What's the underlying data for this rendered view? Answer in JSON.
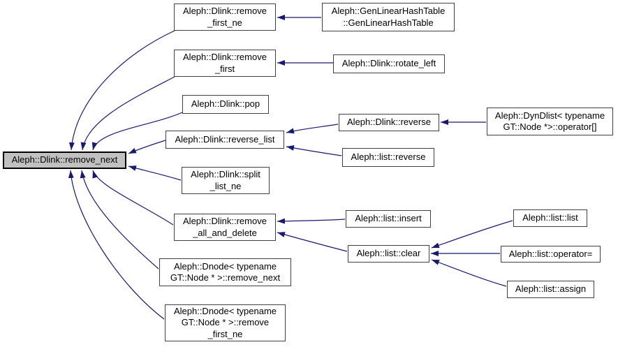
{
  "graph": {
    "type": "caller-graph",
    "colors": {
      "edge": "#191970",
      "node_border": "#404040",
      "node_fill": "#ffffff",
      "selected_fill": "#c1c1c1",
      "selected_border": "#000000",
      "text": "#000000",
      "background": "#ffffff"
    },
    "nodes": {
      "remove_next": {
        "label": "Aleph::Dlink::remove_next",
        "selected": true
      },
      "remove_first_ne": {
        "label": "Aleph::Dlink::remove\n_first_ne"
      },
      "gen_linear_hash_table": {
        "label": "Aleph::GenLinearHashTable\n::GenLinearHashTable"
      },
      "remove_first": {
        "label": "Aleph::Dlink::remove\n_first"
      },
      "rotate_left": {
        "label": "Aleph::Dlink::rotate_left"
      },
      "pop": {
        "label": "Aleph::Dlink::pop"
      },
      "reverse_list": {
        "label": "Aleph::Dlink::reverse_list"
      },
      "dlink_reverse": {
        "label": "Aleph::Dlink::reverse"
      },
      "dyn_dlist_operator_index": {
        "label": "Aleph::DynDlist< typename\nGT::Node *>::operator[]"
      },
      "list_reverse": {
        "label": "Aleph::list::reverse"
      },
      "split_list_ne": {
        "label": "Aleph::Dlink::split\n_list_ne"
      },
      "remove_all_and_delete": {
        "label": "Aleph::Dlink::remove\n_all_and_delete"
      },
      "list_insert": {
        "label": "Aleph::list::insert"
      },
      "list_clear": {
        "label": "Aleph::list::clear"
      },
      "list_list": {
        "label": "Aleph::list::list"
      },
      "list_operator_assign": {
        "label": "Aleph::list::operator="
      },
      "list_assign": {
        "label": "Aleph::list::assign"
      },
      "dnode_remove_next": {
        "label": "Aleph::Dnode< typename\nGT::Node * >::remove_next"
      },
      "dnode_remove_first_ne": {
        "label": "Aleph::Dnode< typename\nGT::Node * >::remove\n_first_ne"
      }
    },
    "edges": [
      {
        "from": "remove_first_ne",
        "to": "remove_next"
      },
      {
        "from": "remove_first",
        "to": "remove_next"
      },
      {
        "from": "pop",
        "to": "remove_next"
      },
      {
        "from": "reverse_list",
        "to": "remove_next"
      },
      {
        "from": "split_list_ne",
        "to": "remove_next"
      },
      {
        "from": "remove_all_and_delete",
        "to": "remove_next"
      },
      {
        "from": "dnode_remove_next",
        "to": "remove_next"
      },
      {
        "from": "dnode_remove_first_ne",
        "to": "remove_next"
      },
      {
        "from": "gen_linear_hash_table",
        "to": "remove_first_ne"
      },
      {
        "from": "rotate_left",
        "to": "remove_first"
      },
      {
        "from": "dlink_reverse",
        "to": "reverse_list"
      },
      {
        "from": "list_reverse",
        "to": "reverse_list"
      },
      {
        "from": "dyn_dlist_operator_index",
        "to": "dlink_reverse"
      },
      {
        "from": "list_insert",
        "to": "remove_all_and_delete"
      },
      {
        "from": "list_clear",
        "to": "remove_all_and_delete"
      },
      {
        "from": "list_list",
        "to": "list_clear"
      },
      {
        "from": "list_operator_assign",
        "to": "list_clear"
      },
      {
        "from": "list_assign",
        "to": "list_clear"
      }
    ]
  }
}
